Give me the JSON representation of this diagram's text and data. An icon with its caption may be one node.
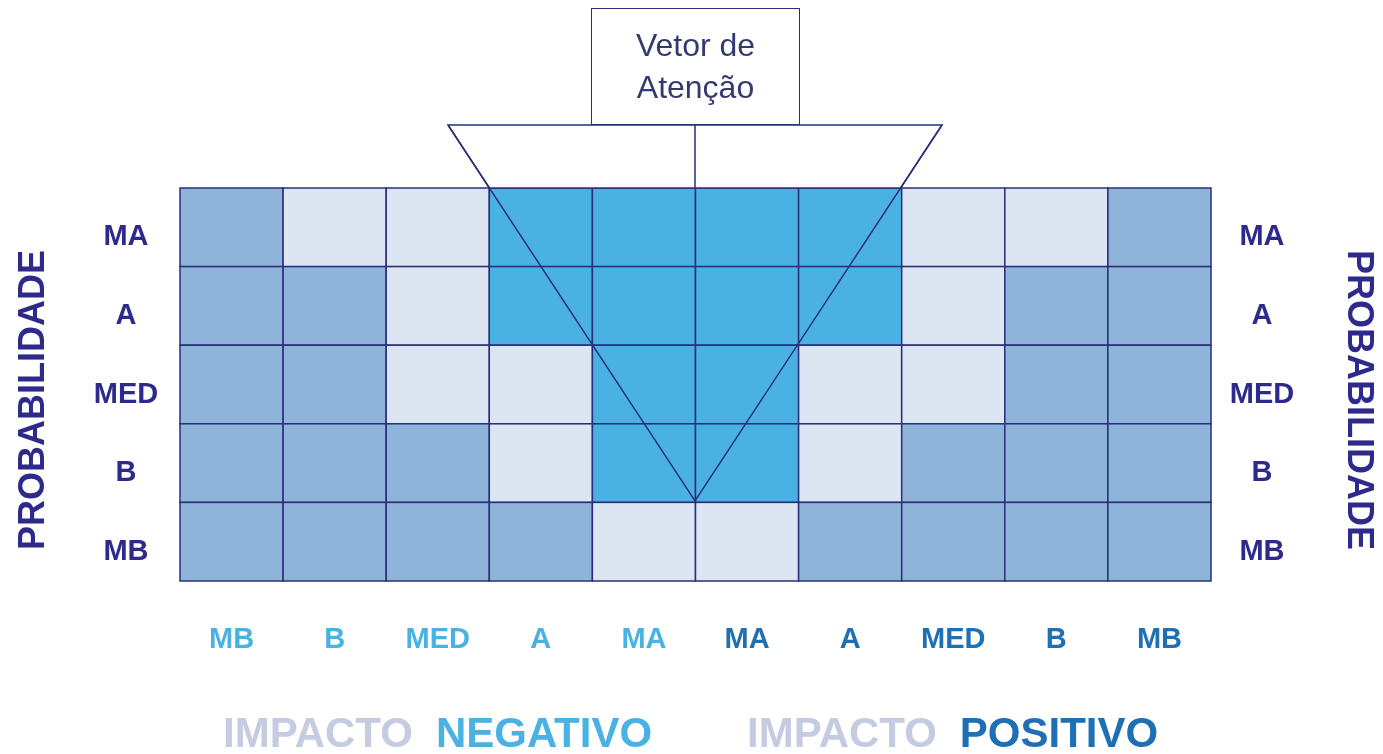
{
  "diagram": {
    "nodes": [
      {
        "text": [
          "Vetor de Atenção"
        ]
      }
    ],
    "labels": [
      "PROBABILIDADE",
      "MA",
      "A",
      "MED",
      "B",
      "MB",
      "MA",
      "A",
      "MED",
      "B",
      "MB",
      "PROBABILIDADE",
      "MB",
      "B",
      "MED",
      "A",
      "MA",
      "MA",
      "A",
      "MED",
      "B",
      "MB",
      "IMPACTO",
      "NEGATIVO",
      "IMPACTO",
      "POSITIVO"
    ]
  }
}
